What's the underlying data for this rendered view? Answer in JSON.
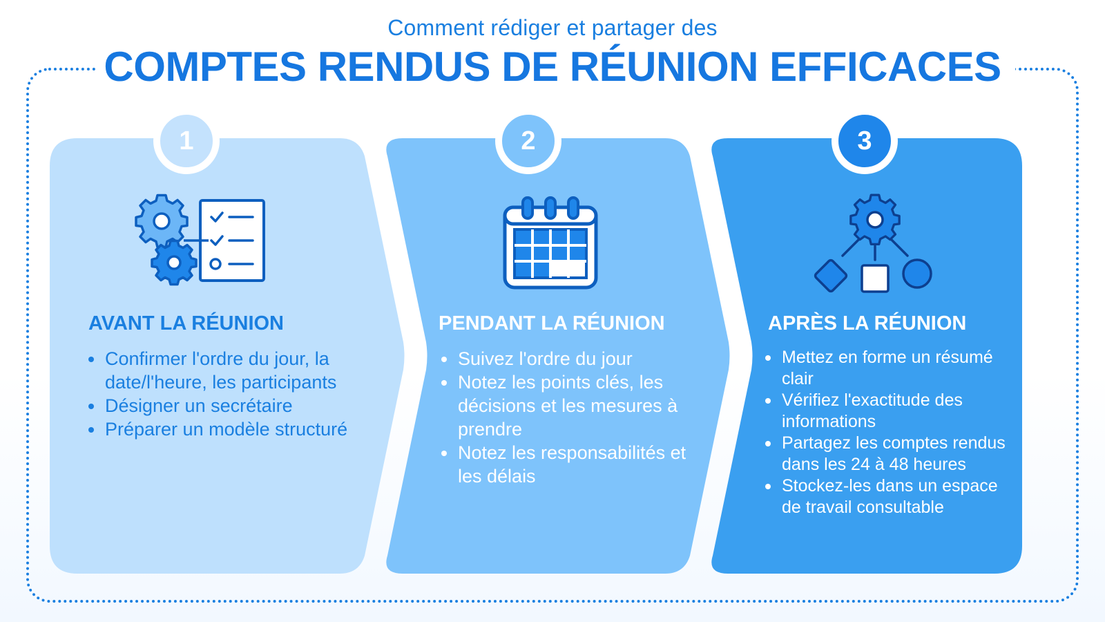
{
  "header": {
    "subtitle": "Comment rédiger et partager des",
    "title": "COMPTES RENDUS DE RÉUNION EFFICACES"
  },
  "colors": {
    "accent": "#1a7fe0",
    "step1_bg": "#bee0fd",
    "step2_bg": "#7ec3fb",
    "step3_bg": "#3a9ff0"
  },
  "steps": [
    {
      "number": "1",
      "icon": "gears-checklist-icon",
      "title": "AVANT LA RÉUNION",
      "items": [
        "Confirmer l'ordre du jour, la date/l'heure, les participants",
        "Désigner un secrétaire",
        "Préparer un modèle structuré"
      ]
    },
    {
      "number": "2",
      "icon": "calendar-icon",
      "title": "PENDANT LA RÉUNION",
      "items": [
        "Suivez l'ordre du jour",
        "Notez les points clés, les décisions et les mesures à prendre",
        "Notez les responsabilités et les délais"
      ]
    },
    {
      "number": "3",
      "icon": "gear-workflow-icon",
      "title": "APRÈS LA RÉUNION",
      "items": [
        "Mettez en forme un résumé clair",
        "Vérifiez l'exactitude des informations",
        "Partagez les comptes rendus dans les 24 à 48 heures",
        "Stockez-les dans un espace de travail consultable"
      ]
    }
  ]
}
